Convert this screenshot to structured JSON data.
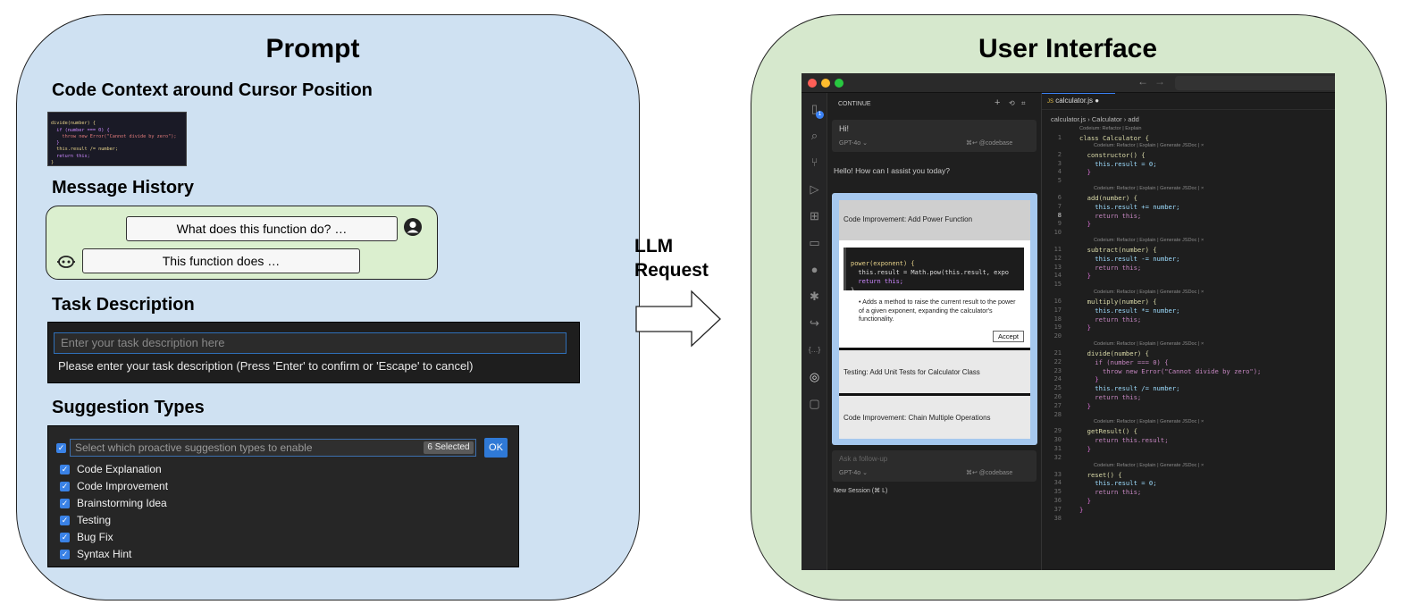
{
  "left_panel": {
    "title": "Prompt",
    "sections": {
      "code_context": "Code Context around Cursor Position",
      "message_history": "Message History",
      "task_description": "Task Description",
      "suggestion_types": "Suggestion Types"
    },
    "code_lines": [
      "divide(number) {",
      "  if (number === 0) {",
      "    throw new Error(\"Cannot divide by zero\");",
      "  }",
      "  this.result /= number;",
      "  return this;",
      "}"
    ],
    "history": {
      "user_message": "What does this function do? …",
      "assistant_message": "This function does …"
    },
    "task": {
      "placeholder": "Enter your task description here",
      "hint": "Please enter your task description (Press 'Enter' to confirm or 'Escape' to cancel)"
    },
    "suggestions": {
      "placeholder": "Select which proactive suggestion types to enable",
      "selected_badge": "6 Selected",
      "ok_label": "OK",
      "items": [
        "Code Explanation",
        "Code Improvement",
        "Brainstorming Idea",
        "Testing",
        "Bug Fix",
        "Syntax Hint"
      ]
    }
  },
  "arrow": {
    "line1": "LLM",
    "line2": "Request"
  },
  "right_panel": {
    "title": "User Interface",
    "chat": {
      "header": "CONTINUE",
      "user_msg": "Hi!",
      "model": "GPT-4o",
      "shortcut": "⌘↩ @codebase",
      "reply": "Hello! How can I assist you today?",
      "cards": [
        {
          "title": "Code Improvement: Add Power Function"
        },
        {
          "title": "Testing: Add Unit Tests for Calculator Class"
        },
        {
          "title": "Code Improvement: Chain Multiple Operations"
        }
      ],
      "card_code": [
        "power(exponent) {",
        "  this.result = Math.pow(this.result, expo",
        "  return this;",
        "}"
      ],
      "card_bullet": "Adds a method to raise the current result to the power of a given exponent, expanding the calculator's functionality.",
      "accept_label": "Accept",
      "followup_placeholder": "Ask a follow-up",
      "new_session": "New Session (⌘ L)"
    },
    "editor": {
      "tab": "calculator.js",
      "breadcrumb": [
        "calculator.js",
        "Calculator",
        "add"
      ],
      "lens_class": "Codeium: Refactor | Explain",
      "lens_method": "Codeium: Refactor | Explain | Generate JSDoc | ×",
      "lines": [
        {
          "n": "1",
          "t": "class Calculator {"
        },
        {
          "n": "2",
          "t": "  constructor() {"
        },
        {
          "n": "3",
          "t": "    this.result = 0;"
        },
        {
          "n": "4",
          "t": "  }"
        },
        {
          "n": "5",
          "t": ""
        },
        {
          "n": "6",
          "t": "  add(number) {"
        },
        {
          "n": "7",
          "t": "    this.result += number;"
        },
        {
          "n": "8",
          "t": "    return this;"
        },
        {
          "n": "9",
          "t": "  }"
        },
        {
          "n": "10",
          "t": ""
        },
        {
          "n": "11",
          "t": "  subtract(number) {"
        },
        {
          "n": "12",
          "t": "    this.result -= number;"
        },
        {
          "n": "13",
          "t": "    return this;"
        },
        {
          "n": "14",
          "t": "  }"
        },
        {
          "n": "15",
          "t": ""
        },
        {
          "n": "16",
          "t": "  multiply(number) {"
        },
        {
          "n": "17",
          "t": "    this.result *= number;"
        },
        {
          "n": "18",
          "t": "    return this;"
        },
        {
          "n": "19",
          "t": "  }"
        },
        {
          "n": "20",
          "t": ""
        },
        {
          "n": "21",
          "t": "  divide(number) {"
        },
        {
          "n": "22",
          "t": "    if (number === 0) {"
        },
        {
          "n": "23",
          "t": "      throw new Error(\"Cannot divide by zero\");"
        },
        {
          "n": "24",
          "t": "    }"
        },
        {
          "n": "25",
          "t": "    this.result /= number;"
        },
        {
          "n": "26",
          "t": "    return this;"
        },
        {
          "n": "27",
          "t": "  }"
        },
        {
          "n": "28",
          "t": ""
        },
        {
          "n": "29",
          "t": "  getResult() {"
        },
        {
          "n": "30",
          "t": "    return this.result;"
        },
        {
          "n": "31",
          "t": "  }"
        },
        {
          "n": "32",
          "t": ""
        },
        {
          "n": "33",
          "t": "  reset() {"
        },
        {
          "n": "34",
          "t": "    this.result = 0;"
        },
        {
          "n": "35",
          "t": "    return this;"
        },
        {
          "n": "36",
          "t": "  }"
        },
        {
          "n": "37",
          "t": "}"
        },
        {
          "n": "38",
          "t": ""
        }
      ]
    }
  }
}
